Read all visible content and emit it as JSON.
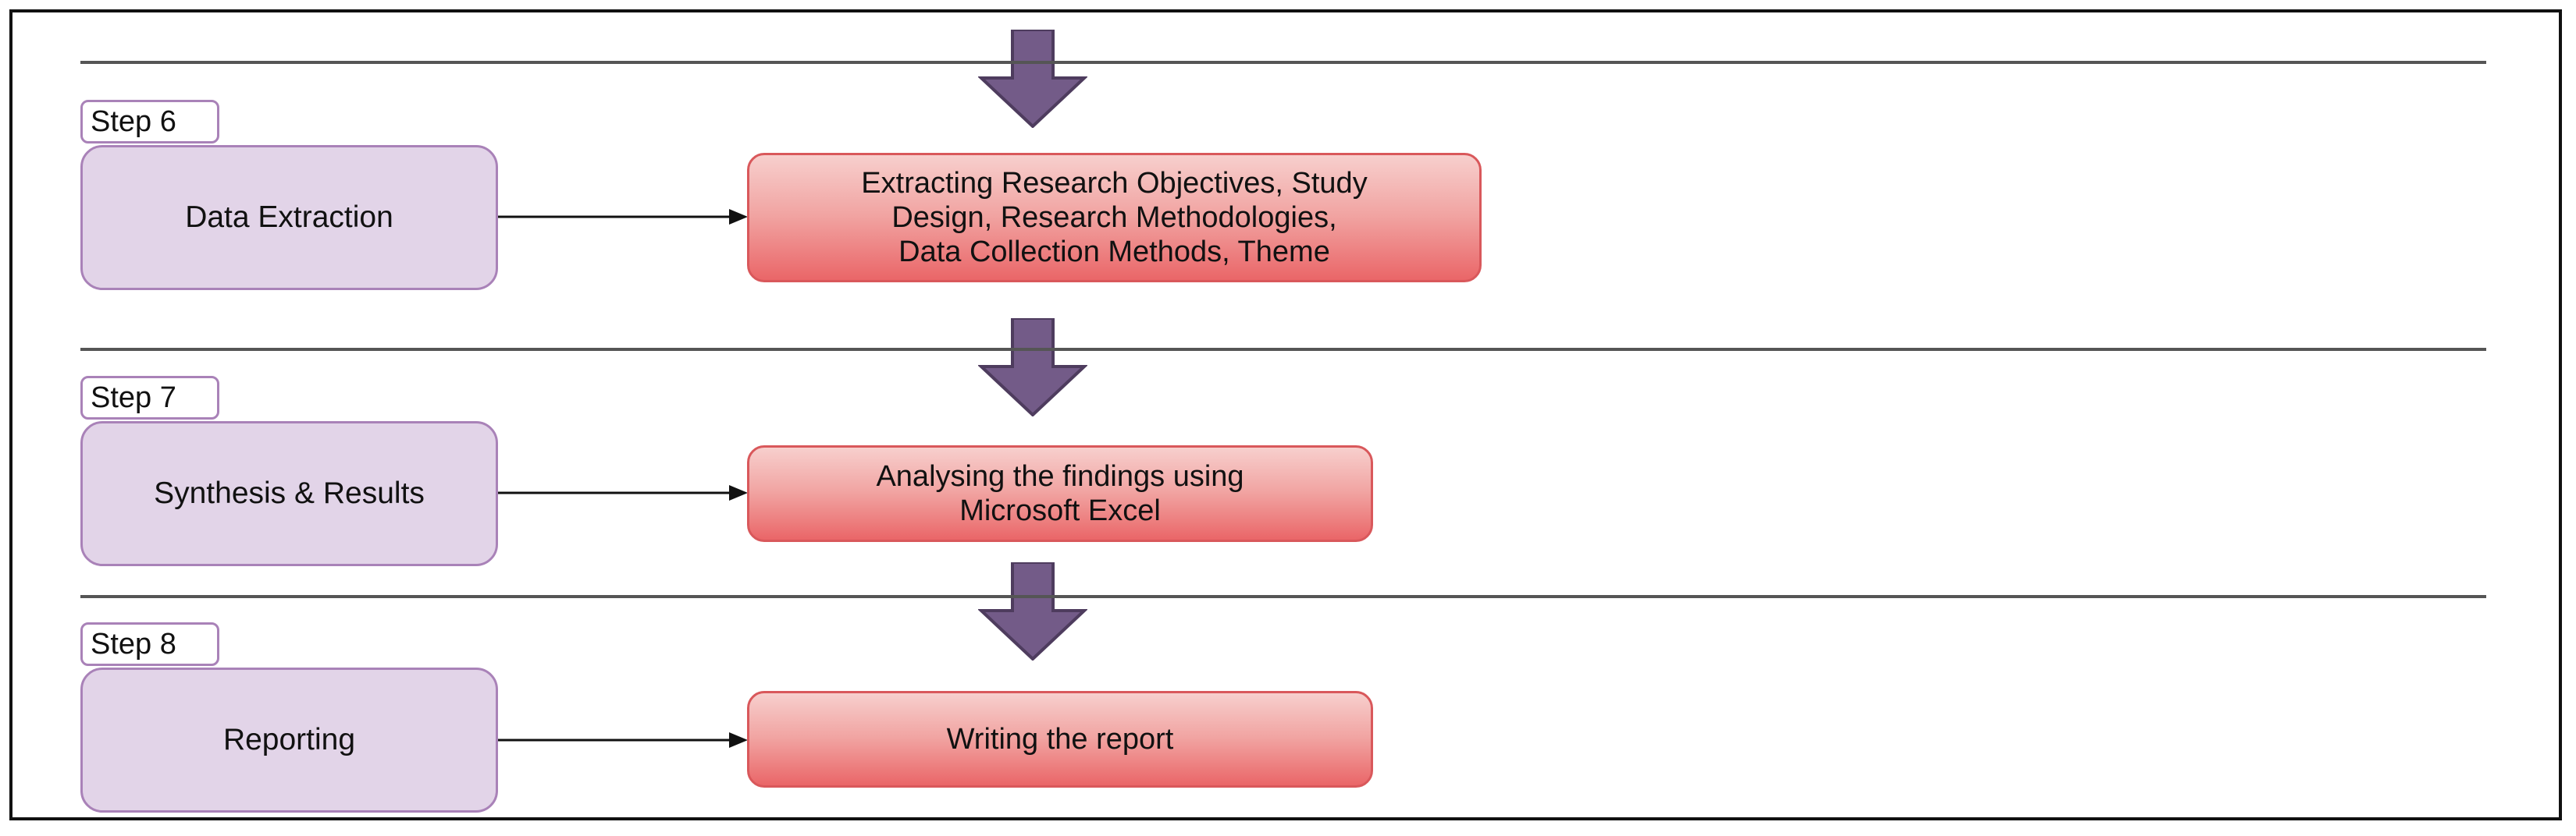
{
  "diagram": {
    "steps": [
      {
        "label": "Step 6",
        "stage": "Data Extraction",
        "detail_lines": [
          "Extracting Research Objectives, Study",
          "Design, Research Methodologies,",
          "Data Collection Methods, Theme"
        ]
      },
      {
        "label": "Step 7",
        "stage": "Synthesis & Results",
        "detail_lines": [
          "Analysing the findings using",
          "Microsoft Excel"
        ]
      },
      {
        "label": "Step 8",
        "stage": "Reporting",
        "detail_lines": [
          "Writing the report"
        ]
      }
    ],
    "colors": {
      "stage_fill": "#e2d4e8",
      "stage_border": "#a982b8",
      "detail_fill_top": "#f7cfcd",
      "detail_fill_bottom": "#ea6668",
      "detail_border": "#d9585b",
      "flow_arrow": "#735b88",
      "divider": "#555555"
    }
  }
}
